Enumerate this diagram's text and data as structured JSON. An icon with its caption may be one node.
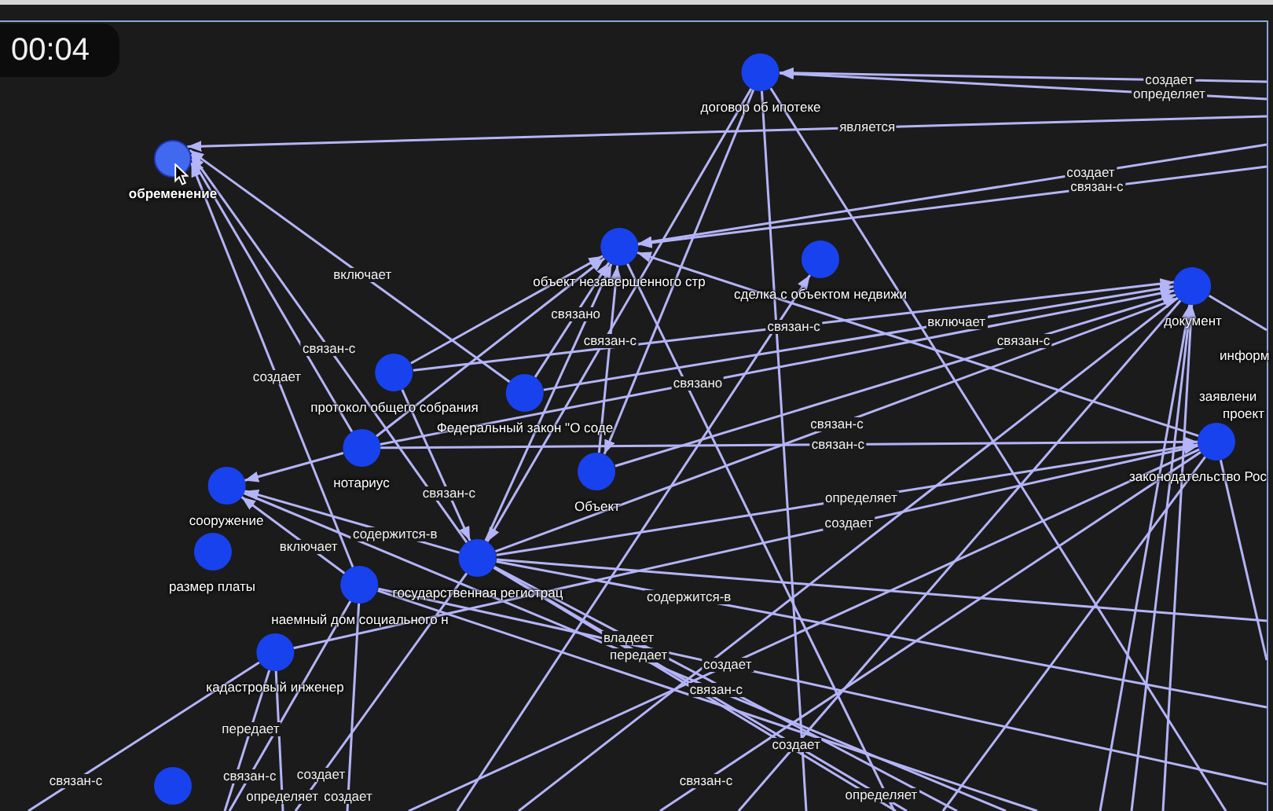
{
  "diagram": {
    "nodes": [
      {
        "text": [
          "договор об ипотеке"
        ]
      },
      {
        "text": [
          "обременение"
        ]
      },
      {
        "text": [
          "объект незавершенного стр"
        ]
      },
      {
        "text": [
          "сделка с объектом недвижи"
        ]
      },
      {
        "text": [
          "документ"
        ]
      },
      {
        "text": [
          "протокол общего собрания"
        ]
      },
      {
        "text": [
          "нотариус"
        ]
      },
      {
        "text": [
          "Федеральный закон \"О соде"
        ]
      },
      {
        "text": [
          "Объект"
        ]
      },
      {
        "text": [
          "законодательство Рос"
        ]
      },
      {
        "text": [
          "сооружение"
        ]
      },
      {
        "text": [
          "размер платы"
        ]
      },
      {
        "text": [
          "государственная регистрац"
        ]
      },
      {
        "text": [
          "наемный дом социального н"
        ]
      },
      {
        "text": [
          "кадастровый инженер"
        ]
      },
      {
        "text": [],
        "shape": "circle"
      }
    ],
    "edges": [
      {
        "from": null,
        "to": 0,
        "arrow": "to",
        "label": "создает"
      },
      {
        "from": null,
        "to": 0,
        "arrow": "to",
        "label": "определяет"
      },
      {
        "from": null,
        "to": 1,
        "arrow": "to",
        "label": "является"
      },
      {
        "from": null,
        "to": 2,
        "arrow": "to",
        "label": "создает"
      },
      {
        "from": null,
        "to": 2,
        "arrow": "to",
        "label": "связан-с"
      },
      {
        "from": 0,
        "to": 12,
        "arrow": "to"
      },
      {
        "from": 0,
        "to": 8,
        "arrow": "to"
      },
      {
        "from": 0,
        "to": null,
        "arrow": "none"
      },
      {
        "from": 0,
        "to": null,
        "arrow": "none"
      },
      {
        "from": 5,
        "to": 2,
        "arrow": "to"
      },
      {
        "from": 6,
        "to": 2,
        "arrow": "to"
      },
      {
        "from": 12,
        "to": 2,
        "arrow": "to"
      },
      {
        "from": 7,
        "to": 2,
        "arrow": "to",
        "label": "связано"
      },
      {
        "from": 8,
        "to": 2,
        "arrow": "to",
        "label": "связан-с"
      },
      {
        "from": 2,
        "to": null,
        "arrow": "none"
      },
      {
        "from": 9,
        "to": 2,
        "arrow": "to"
      },
      {
        "from": null,
        "to": 3,
        "arrow": "to"
      },
      {
        "from": 6,
        "to": 4,
        "arrow": "to",
        "label": "связано"
      },
      {
        "from": 12,
        "to": 4,
        "arrow": "to",
        "label": "связан-с"
      },
      {
        "from": 6,
        "to": 9,
        "arrow": "to",
        "label": "связан-с"
      },
      {
        "from": 12,
        "to": 9,
        "arrow": "to",
        "label": "определяет"
      },
      {
        "from": 14,
        "to": 9,
        "arrow": "to",
        "label": "создает"
      },
      {
        "from": 12,
        "to": null,
        "arrow": "none",
        "label": "содержится-в"
      },
      {
        "from": 12,
        "to": null,
        "arrow": "none",
        "label": "владеет"
      },
      {
        "from": 12,
        "to": null,
        "arrow": "none",
        "label": "передает"
      },
      {
        "from": 10,
        "to": null,
        "arrow": "none",
        "label": "связан-с"
      },
      {
        "from": 13,
        "to": null,
        "arrow": "none",
        "label": "создает"
      },
      {
        "from": 5,
        "to": 12,
        "arrow": "to",
        "label": "связан-с"
      },
      {
        "from": 6,
        "to": 10,
        "arrow": "to"
      },
      {
        "from": 12,
        "to": 10,
        "arrow": "to",
        "label": "содержится-в"
      },
      {
        "from": 13,
        "to": 10,
        "arrow": "to",
        "label": "включает"
      },
      {
        "from": 12,
        "to": 1,
        "arrow": "to",
        "label": "связан-с"
      },
      {
        "from": 6,
        "to": 1,
        "arrow": "to"
      },
      {
        "from": 13,
        "to": 1,
        "arrow": "to",
        "label": "создает"
      },
      {
        "from": 7,
        "to": 1,
        "arrow": "to",
        "label": "включает"
      },
      {
        "from": 7,
        "to": 4,
        "arrow": "to",
        "label": "включает"
      },
      {
        "from": 5,
        "to": 4,
        "arrow": "to",
        "label": "связан-с"
      },
      {
        "from": 8,
        "to": 4,
        "arrow": "to",
        "label": "связан-с"
      },
      {
        "from": 4,
        "to": null,
        "arrow": "none",
        "label": "создает"
      },
      {
        "from": 9,
        "to": null,
        "arrow": "none",
        "label": "связан-с"
      },
      {
        "from": null,
        "to": 14,
        "arrow": "none",
        "label": "связан-с"
      },
      {
        "from": null,
        "to": 14,
        "arrow": "none",
        "label": "передает"
      },
      {
        "from": 13,
        "to": null,
        "arrow": "none",
        "label": "связан-с"
      },
      {
        "from": 12,
        "to": null,
        "arrow": "none",
        "label": "создает"
      },
      {
        "from": 14,
        "to": null,
        "arrow": "none",
        "label": "определяет"
      },
      {
        "from": 13,
        "to": null,
        "arrow": "none",
        "label": "создает"
      },
      {
        "from": 12,
        "to": null,
        "arrow": "none",
        "label": "определяет"
      },
      {
        "from": null,
        "to": 4,
        "arrow": "to"
      },
      {
        "from": null,
        "to": 4,
        "arrow": "to"
      },
      {
        "from": 4,
        "to": null,
        "arrow": "none"
      },
      {
        "from": 9,
        "to": null,
        "arrow": "none"
      },
      {
        "from": 4,
        "to": null,
        "arrow": "none"
      },
      {
        "from": 12,
        "to": null,
        "arrow": "none"
      },
      {
        "from": 13,
        "to": null,
        "arrow": "none"
      },
      {
        "from": 9,
        "to": null,
        "arrow": "none"
      },
      {
        "from": 4,
        "to": null,
        "arrow": "none"
      },
      {
        "from": 9,
        "to": null,
        "arrow": "none"
      }
    ],
    "labels": [
      "00:04",
      "информ",
      "заявлени",
      "проект"
    ]
  }
}
